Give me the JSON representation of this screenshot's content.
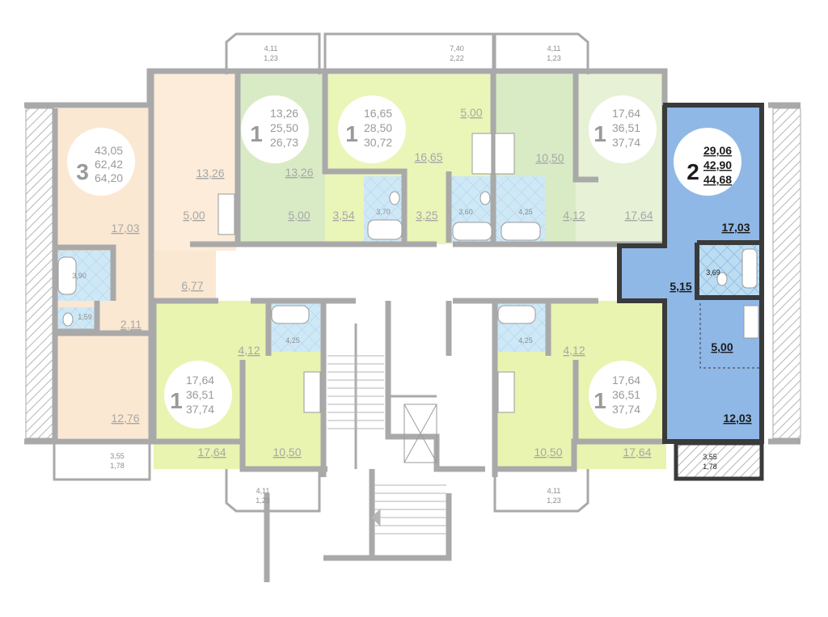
{
  "apartments": [
    {
      "id": "apt-3room",
      "rooms": "3",
      "areas": [
        "43,05",
        "62,42",
        "64,20"
      ],
      "highlighted": false,
      "color": "#fbe8d2"
    },
    {
      "id": "apt-top-1a",
      "rooms": "1",
      "areas": [
        "13,26",
        "25,50",
        "26,73"
      ],
      "highlighted": false,
      "color": "#d9ebc5"
    },
    {
      "id": "apt-top-1b",
      "rooms": "1",
      "areas": [
        "16,65",
        "28,50",
        "30,72"
      ],
      "highlighted": false,
      "color": "#eaf5b8"
    },
    {
      "id": "apt-top-1c",
      "rooms": "1",
      "areas": [
        "17,64",
        "36,51",
        "37,74"
      ],
      "highlighted": false,
      "color": "#e6f1d6"
    },
    {
      "id": "apt-2room",
      "rooms": "2",
      "areas": [
        "29,06",
        "42,90",
        "44,68"
      ],
      "highlighted": true,
      "color": "#8fb8e6"
    },
    {
      "id": "apt-bottom-1a",
      "rooms": "1",
      "areas": [
        "17,64",
        "36,51",
        "37,74"
      ],
      "highlighted": false,
      "color": "#e8f4b0"
    },
    {
      "id": "apt-bottom-1b",
      "rooms": "1",
      "areas": [
        "17,64",
        "36,51",
        "37,74"
      ],
      "highlighted": false,
      "color": "#e8f4b0"
    }
  ],
  "room_labels": {
    "a3_kitchen": "13,26",
    "a3_room_top": "17,03",
    "a3_hall": "5,00",
    "a3_corridor": "6,77",
    "a3_bath": "3,90",
    "a3_wc": "1,59",
    "a3_closet": "2,11",
    "a3_room_bottom": "12,76",
    "t1a_room": "13,26",
    "t1a_hall": "5,00",
    "t1b_kitchen": "5,00",
    "t1b_room": "16,65",
    "t1b_hall": "3,54",
    "t1b_bath": "3,70",
    "t1b_corr": "3,25",
    "t1c_bath_left": "3,60",
    "t1c_bath_right": "4,25",
    "t1c_kitchen": "10,50",
    "t1c_hall": "4,12",
    "t1c_room": "17,64",
    "b1a_hall": "4,12",
    "b1a_bath": "4,25",
    "b1a_room": "17,64",
    "b1a_kitchen": "10,50",
    "b1b_bath": "4,25",
    "b1b_hall": "4,12",
    "b1b_kitchen": "10,50",
    "b1b_room": "17,64",
    "a2_room": "17,03",
    "a2_hall": "5,15",
    "a2_bath": "3,69",
    "a2_kitchen": "5,00",
    "a2_room_bottom": "12,03"
  },
  "balconies": {
    "top_left": [
      "4,11",
      "1,23"
    ],
    "top_center": [
      "7,40",
      "2,22"
    ],
    "top_right": [
      "4,11",
      "1,23"
    ],
    "bottom_left_corner": [
      "3,55",
      "1,78"
    ],
    "bottom_right_corner": [
      "3,55",
      "1,78"
    ],
    "bottom_center_left": [
      "4,11",
      "1,23"
    ],
    "bottom_center_right": [
      "4,11",
      "1,23"
    ]
  },
  "colors": {
    "wall": "#a9a9a9",
    "highlight_wall": "#3a3a3a",
    "tile": "#bfe0f3",
    "highlight": "#8fb8e6"
  }
}
